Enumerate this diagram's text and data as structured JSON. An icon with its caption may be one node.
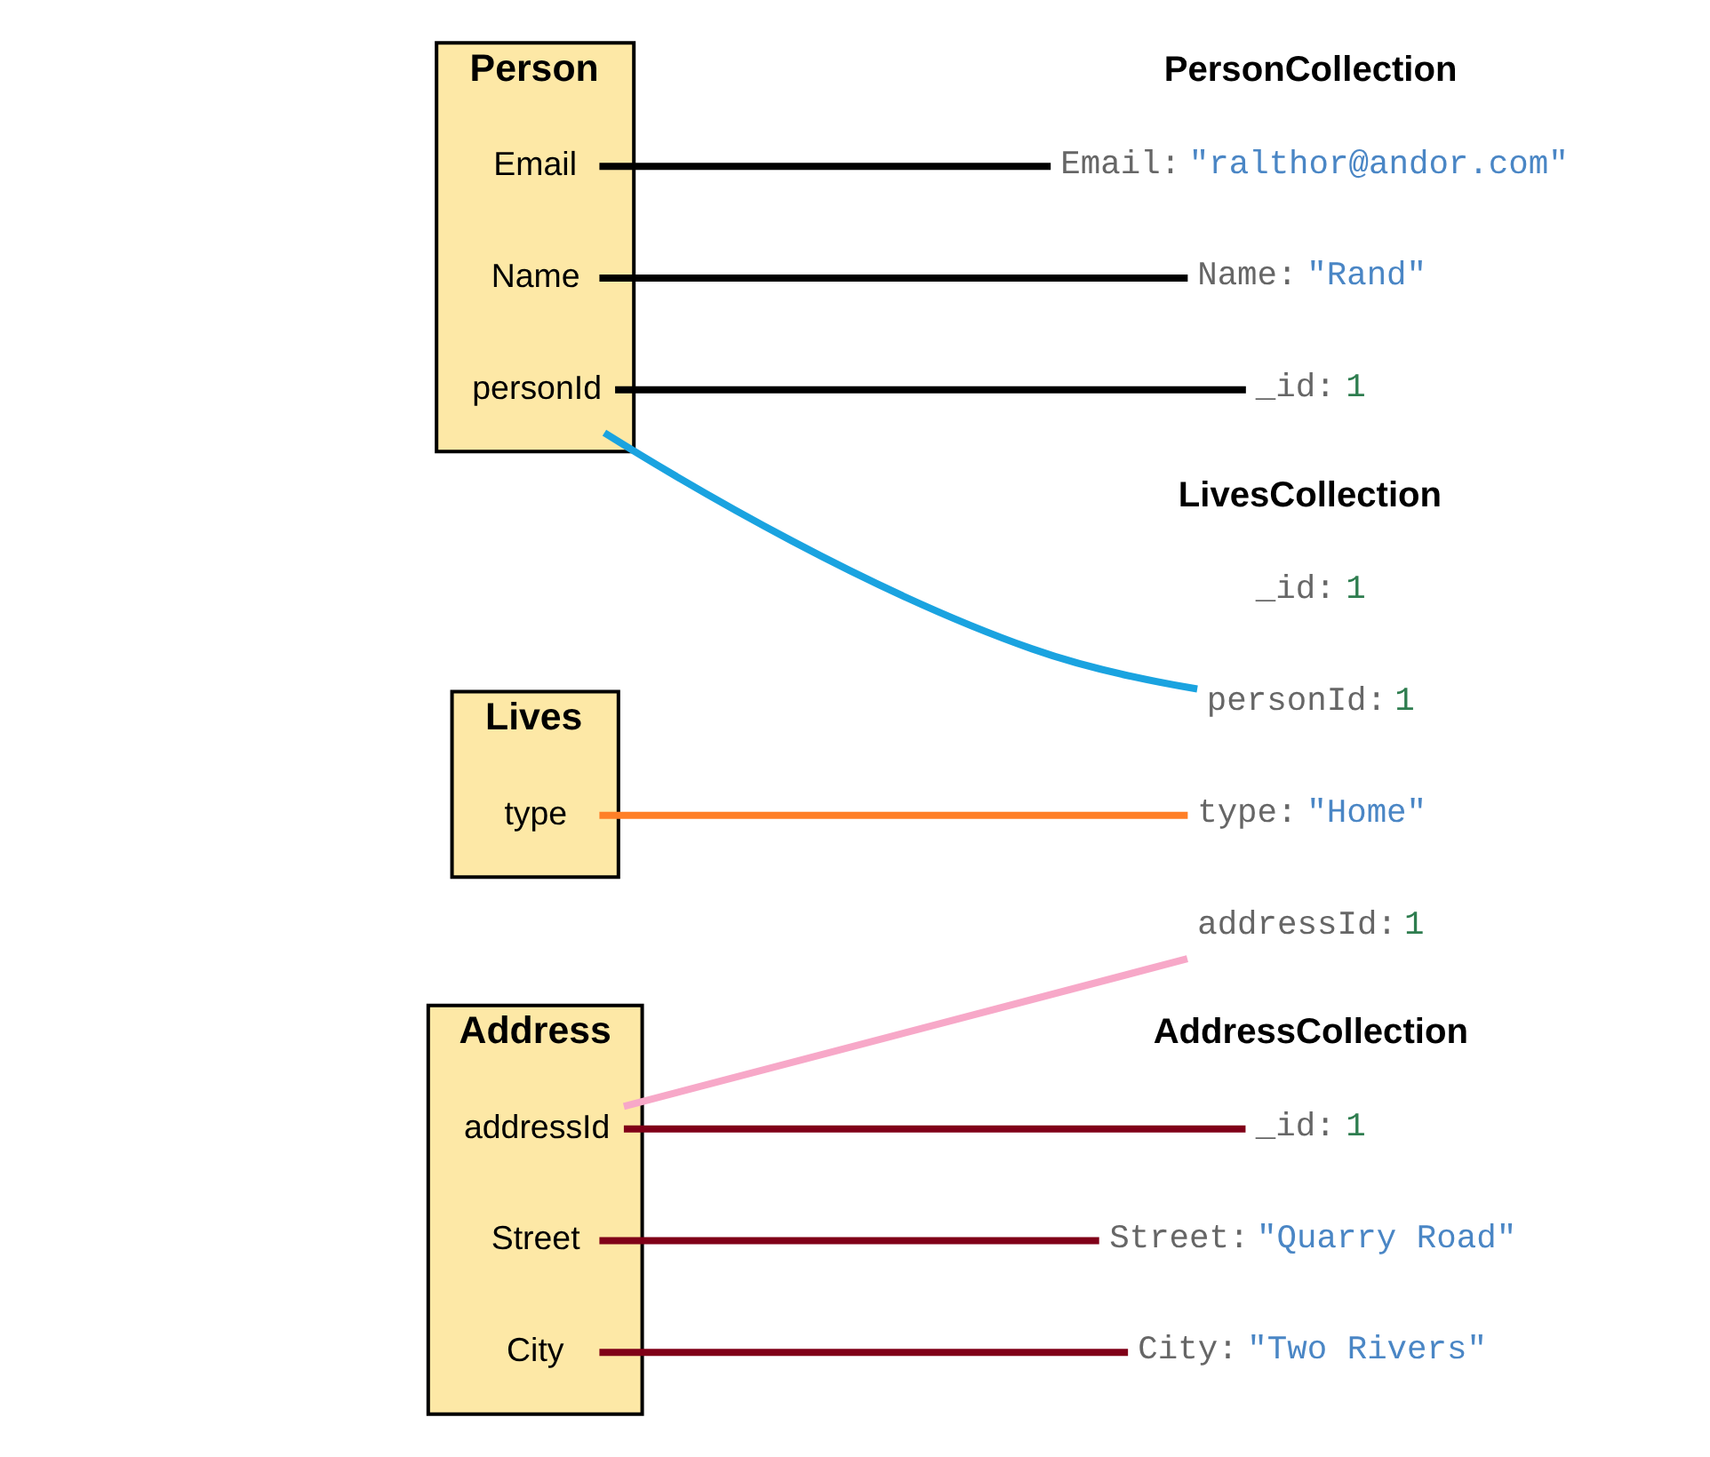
{
  "diagram": {
    "nodes": [
      {
        "text": [
          "Person"
        ]
      },
      {
        "text": [
          "personId"
        ],
        "in": 0
      },
      {
        "text": [
          "Name"
        ],
        "in": 0
      },
      {
        "text": [
          "Email"
        ],
        "in": 0
      },
      {
        "text": [
          "Lives"
        ]
      },
      {
        "text": [
          "type"
        ],
        "in": 4
      },
      {
        "text": [
          "Address"
        ]
      },
      {
        "text": [
          "addressId"
        ],
        "in": 6
      },
      {
        "text": [
          "Street"
        ],
        "in": 6
      },
      {
        "text": [
          "City"
        ],
        "in": 6
      },
      {
        "text": [
          "_id:",
          "1"
        ]
      },
      {
        "text": [
          "Name:",
          "\"Rand\""
        ]
      },
      {
        "text": [
          "Email:",
          "\"ralthor@andor.com\""
        ]
      },
      {
        "text": [
          "_id:",
          "1"
        ]
      },
      {
        "text": [
          "personId:",
          "1"
        ]
      },
      {
        "text": [
          "addressId:",
          "1"
        ]
      },
      {
        "text": [
          "type:",
          "\"Home\""
        ]
      },
      {
        "text": [
          "_id:",
          "1"
        ]
      },
      {
        "text": [
          "Street:",
          "\"Quarry Road\""
        ]
      },
      {
        "text": [
          "City:",
          "\"Two Rivers\""
        ]
      }
    ],
    "edges": [
      {
        "from": 1,
        "to": 10,
        "arrow": "none"
      },
      {
        "from": 2,
        "to": 11,
        "arrow": "none"
      },
      {
        "from": 3,
        "to": 12,
        "arrow": "none"
      },
      {
        "from": 1,
        "to": 14,
        "arrow": "none",
        "color": "#1aa3e0"
      },
      {
        "from": 5,
        "to": 16,
        "arrow": "none",
        "color": "#ff7f27"
      },
      {
        "from": 7,
        "to": 15,
        "arrow": "none",
        "color": "#f7a8c8"
      },
      {
        "from": 7,
        "to": 17,
        "arrow": "none",
        "color": "#800018"
      },
      {
        "from": 8,
        "to": 18,
        "arrow": "none",
        "color": "#800018"
      },
      {
        "from": 9,
        "to": 19,
        "arrow": "none",
        "color": "#800018"
      }
    ],
    "labels": [
      "PersonCollection",
      "LivesCollection",
      "AddressCollection"
    ]
  }
}
